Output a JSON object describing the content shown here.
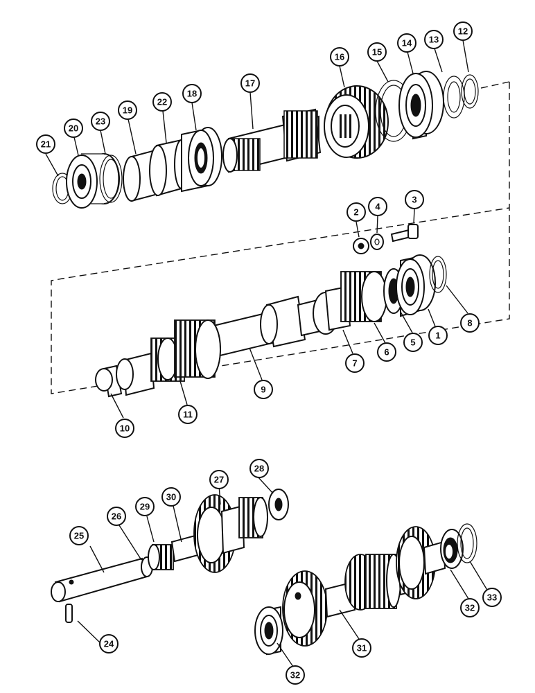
{
  "callouts": [
    {
      "id": "c1",
      "label": "1"
    },
    {
      "id": "c2",
      "label": "2"
    },
    {
      "id": "c3",
      "label": "3"
    },
    {
      "id": "c4",
      "label": "4"
    },
    {
      "id": "c5",
      "label": "5"
    },
    {
      "id": "c6",
      "label": "6"
    },
    {
      "id": "c7",
      "label": "7"
    },
    {
      "id": "c8",
      "label": "8"
    },
    {
      "id": "c9",
      "label": "9"
    },
    {
      "id": "c10",
      "label": "10"
    },
    {
      "id": "c11",
      "label": "11"
    },
    {
      "id": "c12",
      "label": "12"
    },
    {
      "id": "c13",
      "label": "13"
    },
    {
      "id": "c14",
      "label": "14"
    },
    {
      "id": "c15",
      "label": "15"
    },
    {
      "id": "c16",
      "label": "16"
    },
    {
      "id": "c17",
      "label": "17"
    },
    {
      "id": "c18",
      "label": "18"
    },
    {
      "id": "c19",
      "label": "19"
    },
    {
      "id": "c20",
      "label": "20"
    },
    {
      "id": "c21",
      "label": "21"
    },
    {
      "id": "c22",
      "label": "22"
    },
    {
      "id": "c23",
      "label": "23"
    },
    {
      "id": "c24",
      "label": "24"
    },
    {
      "id": "c25",
      "label": "25"
    },
    {
      "id": "c26",
      "label": "26"
    },
    {
      "id": "c27",
      "label": "27"
    },
    {
      "id": "c28",
      "label": "28"
    },
    {
      "id": "c29",
      "label": "29"
    },
    {
      "id": "c30",
      "label": "30"
    },
    {
      "id": "c31",
      "label": "31"
    },
    {
      "id": "c32a",
      "label": "32"
    },
    {
      "id": "c32b",
      "label": "32"
    },
    {
      "id": "c33",
      "label": "33"
    }
  ]
}
